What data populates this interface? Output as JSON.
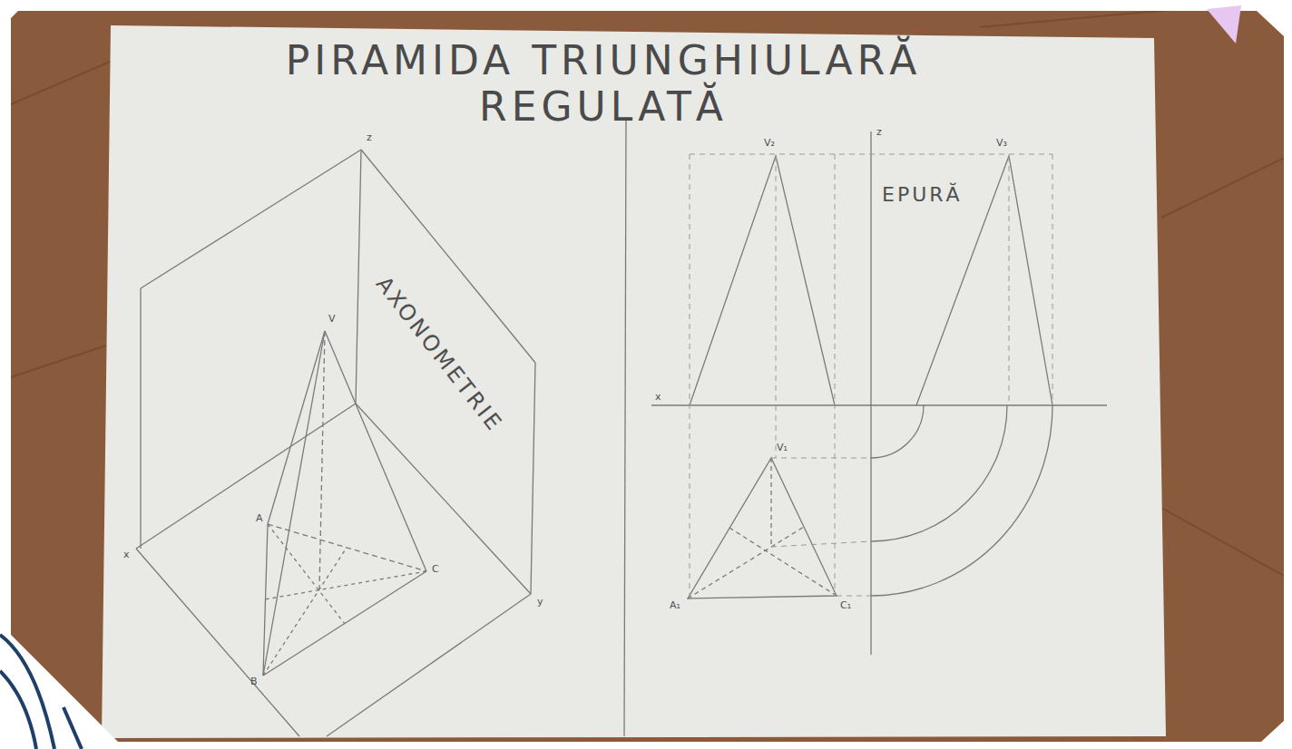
{
  "diagram": {
    "title": "PIRAMIDA TRIUNGHIULARĂ REGULATĂ",
    "labels": [
      "AXONOMETRIE",
      "EPURĂ",
      "z",
      "V",
      "A",
      "B",
      "C",
      "x",
      "y",
      "z",
      "x",
      "V₂",
      "V₃",
      "V₁",
      "A₁",
      "C₁"
    ]
  }
}
